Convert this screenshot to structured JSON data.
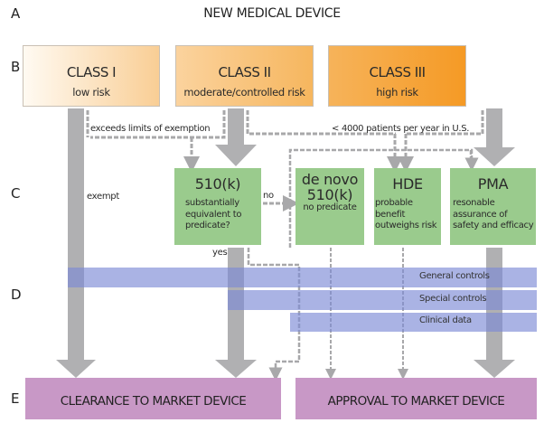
{
  "title": "NEW MEDICAL DEVICE",
  "row_labels": [
    "A",
    "B",
    "C",
    "D",
    "E"
  ],
  "classes": [
    {
      "name": "CLASS I",
      "risk": "low risk"
    },
    {
      "name": "CLASS II",
      "risk": "moderate/controlled risk"
    },
    {
      "name": "CLASS III",
      "risk": "high risk"
    }
  ],
  "pathways": [
    {
      "name": "510(k)",
      "description": "substantially equivalent to predicate?"
    },
    {
      "name": "de novo 510(k)",
      "name_line1": "de novo",
      "name_line2": "510(k)",
      "description": "no predicate"
    },
    {
      "name": "HDE",
      "description": "probable benefit outweighs risk"
    },
    {
      "name": "PMA",
      "description": "resonable assurance of safety and efficacy"
    }
  ],
  "connector_labels": {
    "exceeds": "exceeds limits of exemption",
    "patients": "< 4000 patients per year in U.S.",
    "exempt": "exempt",
    "no": "no",
    "yes": "yes"
  },
  "controls": [
    "General controls",
    "Special controls",
    "Clinical data"
  ],
  "outcomes": [
    "CLEARANCE TO MARKET DEVICE",
    "APPROVAL TO MARKET DEVICE"
  ],
  "colors": {
    "class_gradient_start": "#fff8ee",
    "class_gradient_end": "#f7a030",
    "pathway_green": "#9acb8d",
    "controls_blue": "#7c8ad6",
    "outcome_pink": "#c898c6",
    "arrow_gray": "#aaaaac"
  }
}
